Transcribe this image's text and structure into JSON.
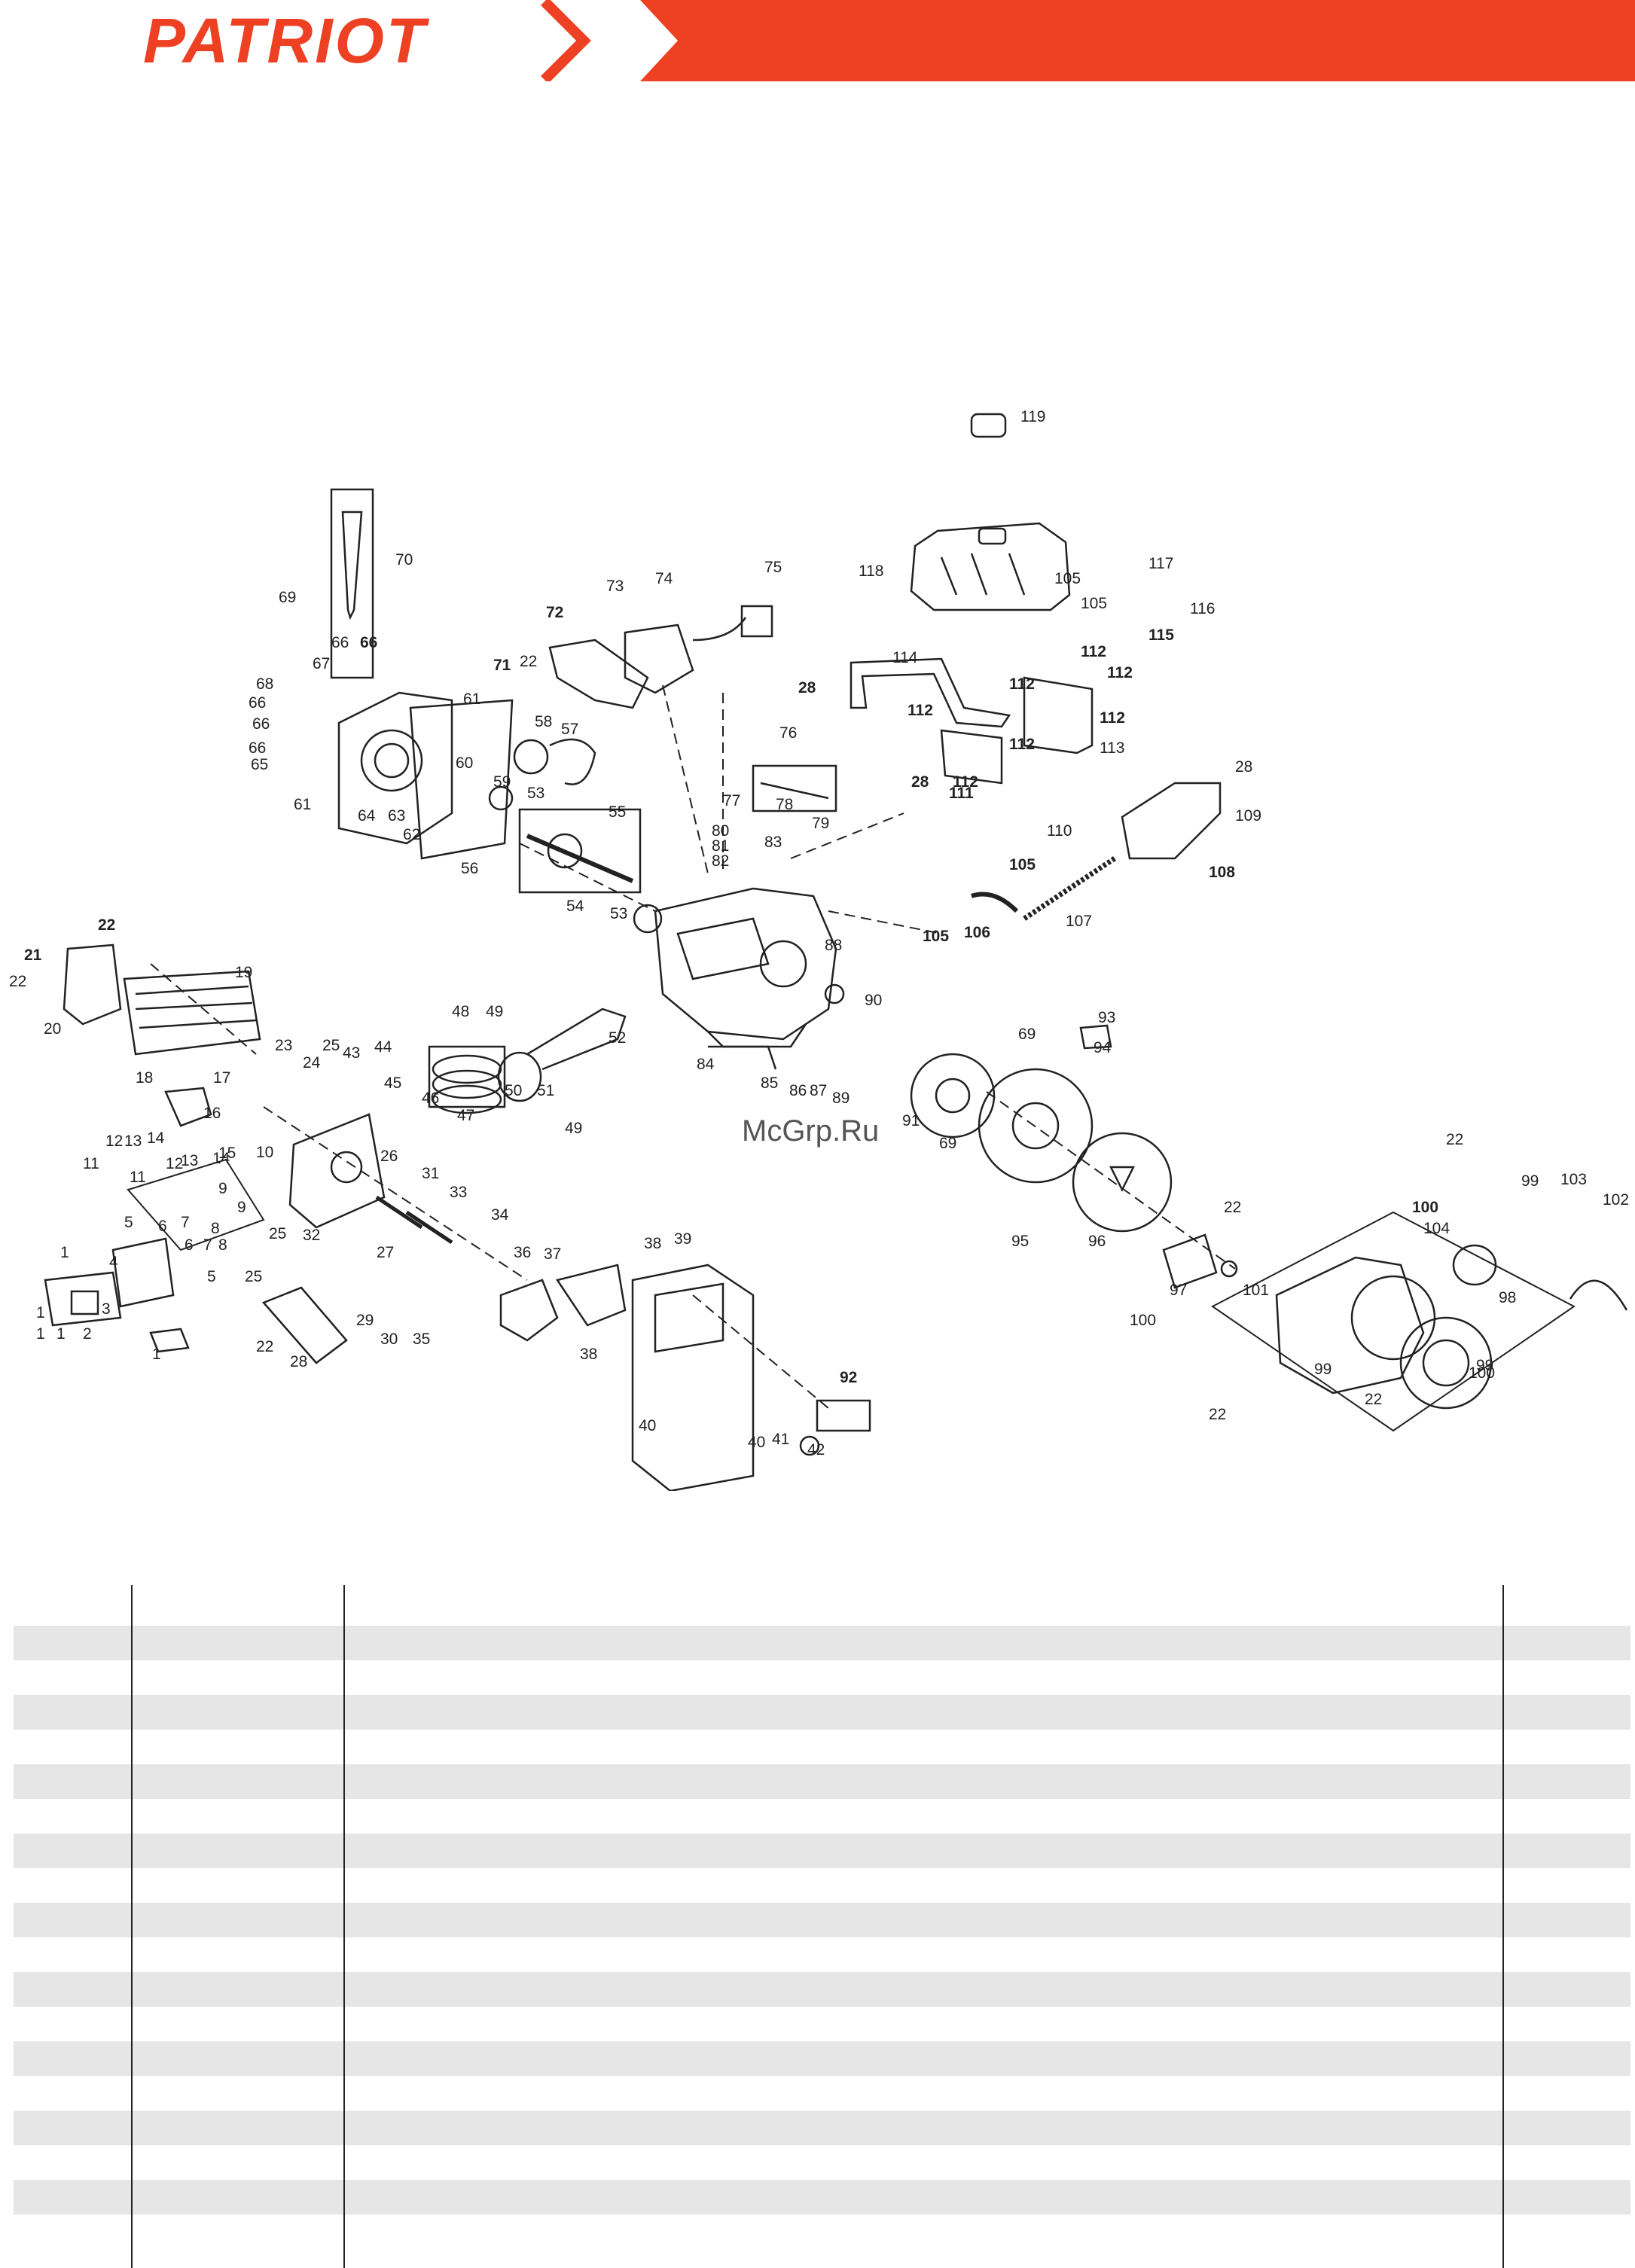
{
  "brand": {
    "name": "PATRIOT",
    "accent": "#ee4023"
  },
  "watermark": "McGrp.Ru",
  "diagram": {
    "labels": [
      {
        "t": "119"
      },
      {
        "t": "118"
      },
      {
        "t": "117"
      },
      {
        "t": "105"
      },
      {
        "t": "105"
      },
      {
        "t": "116"
      },
      {
        "t": "115"
      },
      {
        "t": "112"
      },
      {
        "t": "112"
      },
      {
        "t": "112"
      },
      {
        "t": "112"
      },
      {
        "t": "112"
      },
      {
        "t": "112"
      },
      {
        "t": "112"
      },
      {
        "t": "113"
      },
      {
        "t": "114"
      },
      {
        "t": "28"
      },
      {
        "t": "28"
      },
      {
        "t": "111"
      },
      {
        "t": "110"
      },
      {
        "t": "109"
      },
      {
        "t": "108"
      },
      {
        "t": "28"
      },
      {
        "t": "107"
      },
      {
        "t": "106"
      },
      {
        "t": "105"
      },
      {
        "t": "105"
      },
      {
        "t": "70"
      },
      {
        "t": "69"
      },
      {
        "t": "73"
      },
      {
        "t": "74"
      },
      {
        "t": "75"
      },
      {
        "t": "72"
      },
      {
        "t": "71"
      },
      {
        "t": "22"
      },
      {
        "t": "66"
      },
      {
        "t": "66"
      },
      {
        "t": "67"
      },
      {
        "t": "68"
      },
      {
        "t": "66"
      },
      {
        "t": "66"
      },
      {
        "t": "66"
      },
      {
        "t": "65"
      },
      {
        "t": "61"
      },
      {
        "t": "64"
      },
      {
        "t": "63"
      },
      {
        "t": "62"
      },
      {
        "t": "61"
      },
      {
        "t": "60"
      },
      {
        "t": "59"
      },
      {
        "t": "58"
      },
      {
        "t": "57"
      },
      {
        "t": "53"
      },
      {
        "t": "56"
      },
      {
        "t": "55"
      },
      {
        "t": "54"
      },
      {
        "t": "53"
      },
      {
        "t": "76"
      },
      {
        "t": "77"
      },
      {
        "t": "78"
      },
      {
        "t": "79"
      },
      {
        "t": "80"
      },
      {
        "t": "81"
      },
      {
        "t": "82"
      },
      {
        "t": "83"
      },
      {
        "t": "22"
      },
      {
        "t": "21"
      },
      {
        "t": "22"
      },
      {
        "t": "19"
      },
      {
        "t": "20"
      },
      {
        "t": "18"
      },
      {
        "t": "17"
      },
      {
        "t": "16"
      },
      {
        "t": "23"
      },
      {
        "t": "24"
      },
      {
        "t": "25"
      },
      {
        "t": "43"
      },
      {
        "t": "44"
      },
      {
        "t": "45"
      },
      {
        "t": "46"
      },
      {
        "t": "47"
      },
      {
        "t": "48"
      },
      {
        "t": "49"
      },
      {
        "t": "50"
      },
      {
        "t": "51"
      },
      {
        "t": "49"
      },
      {
        "t": "52"
      },
      {
        "t": "84"
      },
      {
        "t": "85"
      },
      {
        "t": "86"
      },
      {
        "t": "87"
      },
      {
        "t": "88"
      },
      {
        "t": "89"
      },
      {
        "t": "90"
      },
      {
        "t": "69"
      },
      {
        "t": "91"
      },
      {
        "t": "69"
      },
      {
        "t": "93"
      },
      {
        "t": "94"
      },
      {
        "t": "12"
      },
      {
        "t": "13"
      },
      {
        "t": "14"
      },
      {
        "t": "15"
      },
      {
        "t": "11"
      },
      {
        "t": "12"
      },
      {
        "t": "13"
      },
      {
        "t": "14"
      },
      {
        "t": "11"
      },
      {
        "t": "10"
      },
      {
        "t": "9"
      },
      {
        "t": "9"
      },
      {
        "t": "26"
      },
      {
        "t": "31"
      },
      {
        "t": "33"
      },
      {
        "t": "34"
      },
      {
        "t": "5"
      },
      {
        "t": "6"
      },
      {
        "t": "7"
      },
      {
        "t": "8"
      },
      {
        "t": "6"
      },
      {
        "t": "7"
      },
      {
        "t": "8"
      },
      {
        "t": "5"
      },
      {
        "t": "4"
      },
      {
        "t": "1"
      },
      {
        "t": "1"
      },
      {
        "t": "1"
      },
      {
        "t": "1"
      },
      {
        "t": "2"
      },
      {
        "t": "3"
      },
      {
        "t": "1"
      },
      {
        "t": "25"
      },
      {
        "t": "25"
      },
      {
        "t": "32"
      },
      {
        "t": "27"
      },
      {
        "t": "22"
      },
      {
        "t": "28"
      },
      {
        "t": "29"
      },
      {
        "t": "30"
      },
      {
        "t": "35"
      },
      {
        "t": "36"
      },
      {
        "t": "37"
      },
      {
        "t": "38"
      },
      {
        "t": "38"
      },
      {
        "t": "39"
      },
      {
        "t": "40"
      },
      {
        "t": "40"
      },
      {
        "t": "41"
      },
      {
        "t": "42"
      },
      {
        "t": "92"
      },
      {
        "t": "95"
      },
      {
        "t": "96"
      },
      {
        "t": "97"
      },
      {
        "t": "22"
      },
      {
        "t": "22"
      },
      {
        "t": "99"
      },
      {
        "t": "100"
      },
      {
        "t": "104"
      },
      {
        "t": "103"
      },
      {
        "t": "102"
      },
      {
        "t": "101"
      },
      {
        "t": "98"
      },
      {
        "t": "100"
      },
      {
        "t": "99"
      },
      {
        "t": "99"
      },
      {
        "t": "100"
      },
      {
        "t": "22"
      },
      {
        "t": "22"
      }
    ]
  },
  "table": {
    "rows": 18
  }
}
